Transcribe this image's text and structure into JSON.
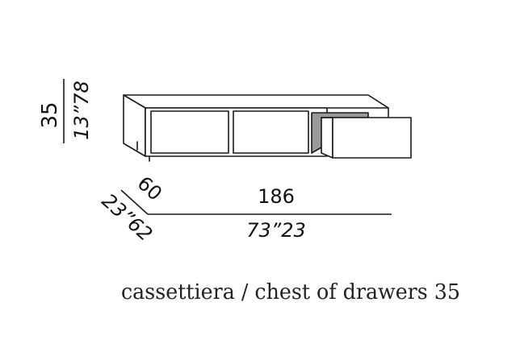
{
  "dimensions": {
    "height_cm": "35",
    "height_in": "13”78",
    "depth_cm": "60",
    "depth_in": "23”62",
    "width_cm": "186",
    "width_in": "73”23"
  },
  "caption": "cassettiera / chest of drawers 35",
  "colors": {
    "line": "#1a1a1a",
    "background": "#ffffff",
    "inner_shade": "#9a9a9a"
  }
}
